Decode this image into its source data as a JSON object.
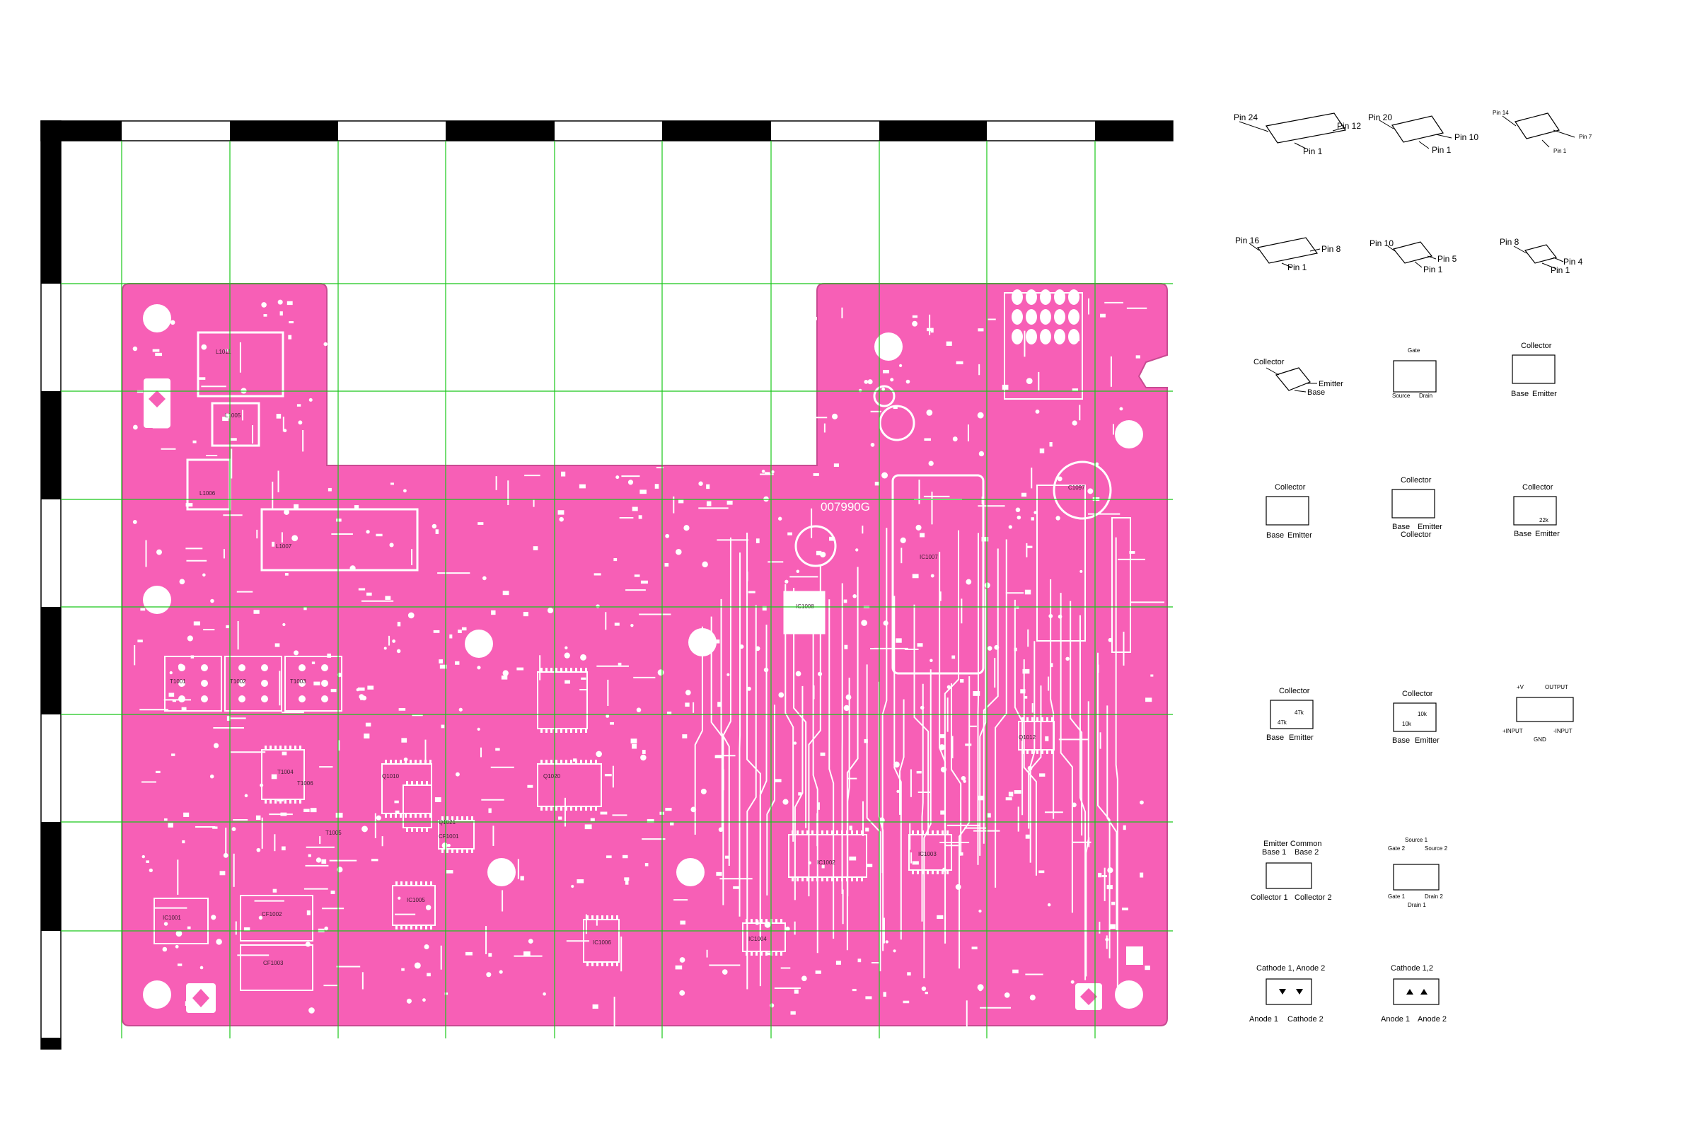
{
  "board": {
    "serial": "007990G",
    "colors": {
      "board": "#f75fb6",
      "trace": "#ffffff",
      "grid": "#19c819",
      "ruler_dark": "#000000"
    },
    "ref_labels": [
      "L1005",
      "L1006",
      "L1007",
      "L1011",
      "T1001",
      "T1002",
      "T1003",
      "T1004",
      "T1005",
      "T1006",
      "CF1001",
      "CF1002",
      "CF1003",
      "IC1001",
      "IC1002",
      "IC1003",
      "IC1004",
      "IC1005",
      "IC1006",
      "IC1007",
      "IC1008",
      "C1097",
      "Q1010",
      "Q1020",
      "Q1012",
      "Q1021"
    ]
  },
  "packages": [
    {
      "id": "pkg-24pin",
      "labels": [
        "Pin 24",
        "Pin 12",
        "Pin 1"
      ]
    },
    {
      "id": "pkg-20pin",
      "labels": [
        "Pin 20",
        "Pin 10",
        "Pin 1"
      ]
    },
    {
      "id": "pkg-14pin",
      "labels": [
        "Pin 14",
        "Pin 7",
        "Pin 1"
      ]
    },
    {
      "id": "pkg-16pin",
      "labels": [
        "Pin 16",
        "Pin 8",
        "Pin 1"
      ]
    },
    {
      "id": "pkg-10pin",
      "labels": [
        "Pin 10",
        "Pin 5",
        "Pin 1"
      ]
    },
    {
      "id": "pkg-8pin",
      "labels": [
        "Pin 8",
        "Pin 4",
        "Pin 1"
      ]
    },
    {
      "id": "pkg-power-transistor",
      "labels": [
        "Collector",
        "Emitter",
        "Base"
      ]
    },
    {
      "id": "pkg-fet",
      "labels": [
        "Gate",
        "Source",
        "Drain"
      ]
    },
    {
      "id": "pkg-transistor-a",
      "labels": [
        "Collector",
        "Base",
        "Emitter"
      ]
    },
    {
      "id": "pkg-transistor-b",
      "labels": [
        "Collector",
        "Base",
        "Emitter"
      ]
    },
    {
      "id": "pkg-transistor-c",
      "labels": [
        "Collector",
        "Base",
        "Emitter",
        "Collector"
      ]
    },
    {
      "id": "pkg-digital-transistor-22k",
      "labels": [
        "Collector",
        "22k",
        "Base",
        "Emitter"
      ]
    },
    {
      "id": "pkg-digital-transistor-47k",
      "labels": [
        "Collector",
        "47k",
        "47k",
        "Base",
        "Emitter"
      ]
    },
    {
      "id": "pkg-digital-transistor-10k",
      "labels": [
        "Collector",
        "10k",
        "10k",
        "Base",
        "Emitter"
      ]
    },
    {
      "id": "pkg-opamp",
      "labels": [
        "+V",
        "OUTPUT",
        "+INPUT",
        "-INPUT",
        "GND"
      ]
    },
    {
      "id": "pkg-dual-transistor",
      "labels": [
        "Emitter Common",
        "Base 1",
        "Base 2",
        "Collector 1",
        "Collector 2"
      ]
    },
    {
      "id": "pkg-dual-fet",
      "labels": [
        "Source 1",
        "Gate 2",
        "Source 2",
        "Gate 1",
        "Drain 2",
        "Drain 1"
      ]
    },
    {
      "id": "pkg-diode-a",
      "labels": [
        "Cathode 1, Anode 2",
        "Anode 1",
        "Cathode 2"
      ]
    },
    {
      "id": "pkg-diode-b",
      "labels": [
        "Cathode 1,2",
        "Anode 1",
        "Anode 2"
      ]
    }
  ]
}
